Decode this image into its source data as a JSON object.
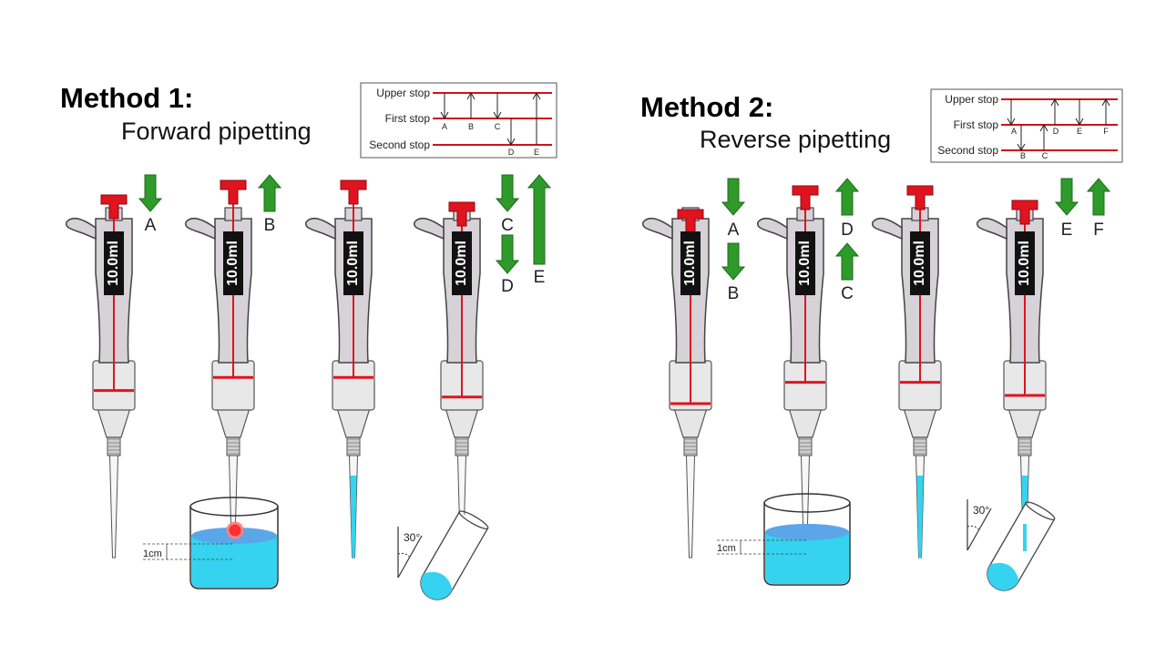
{
  "colors": {
    "plunger": "#e0141e",
    "body": "#d6d2d8",
    "body_stroke": "#444444",
    "arrow": "#2e9a2a",
    "liquid": "#35d3f0",
    "liquid_top": "#5aa6e8",
    "stop_line": "#d01020"
  },
  "volume_label": "10.0ml",
  "method1": {
    "title": "Method 1:",
    "subtitle": "Forward pipetting",
    "diagram": {
      "stops": [
        "Upper stop",
        "First stop",
        "Second stop"
      ],
      "steps": [
        "A",
        "B",
        "C",
        "D",
        "E"
      ]
    },
    "arrow_labels": [
      "A",
      "B",
      "C",
      "D",
      "E"
    ],
    "depth_label": "1cm",
    "angle_label": "30°"
  },
  "method2": {
    "title": "Method 2:",
    "subtitle": "Reverse pipetting",
    "diagram": {
      "stops": [
        "Upper stop",
        "First stop",
        "Second stop"
      ],
      "steps": [
        "A",
        "B",
        "C",
        "D",
        "E",
        "F"
      ]
    },
    "arrow_labels": [
      "A",
      "B",
      "D",
      "C",
      "E",
      "F"
    ],
    "depth_label": "1cm",
    "angle_label": "30°"
  }
}
